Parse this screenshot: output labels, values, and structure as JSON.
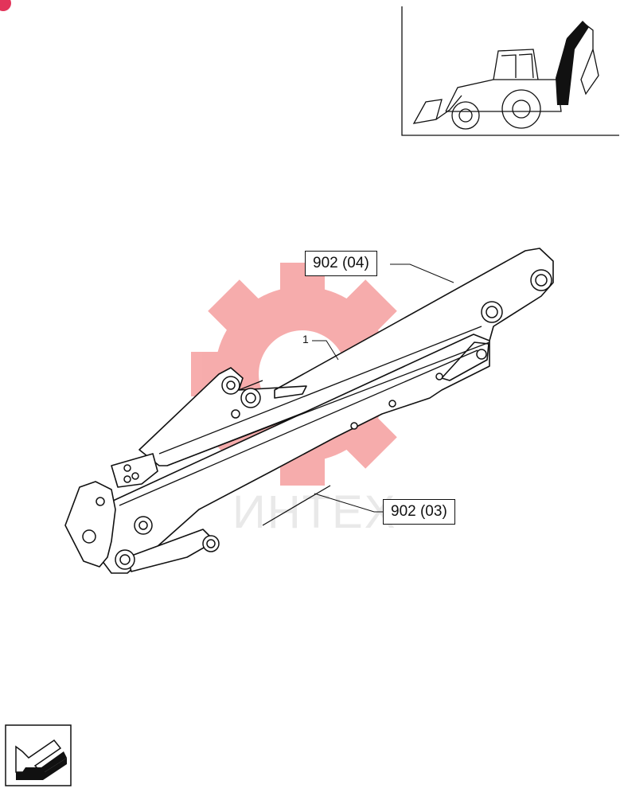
{
  "watermark": {
    "text": "ИНТЕХ",
    "color": "#f06a6a"
  },
  "callouts": [
    {
      "id": "upper",
      "label": "902 (04)"
    },
    {
      "id": "lower",
      "label": "902 (03)"
    }
  ],
  "part_ref": {
    "label": "1"
  },
  "colors": {
    "line": "#111111",
    "accent": "#e2345a"
  }
}
